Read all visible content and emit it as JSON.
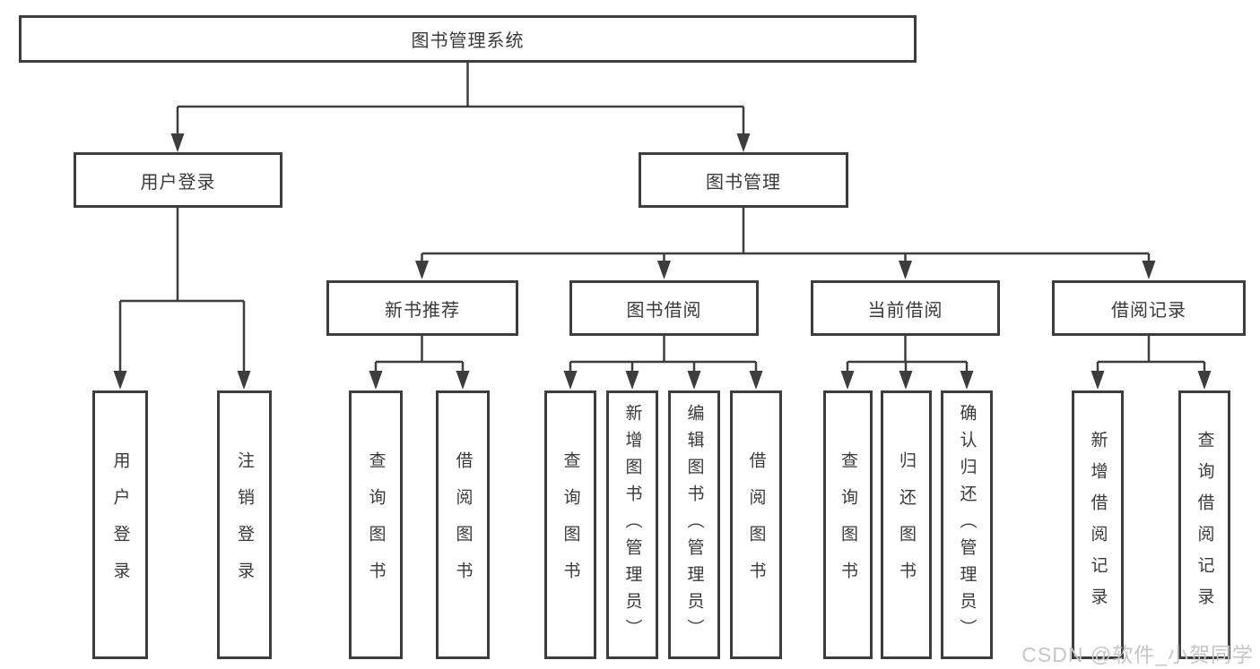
{
  "tree": {
    "label": "图书管理系统",
    "children": [
      {
        "label": "用户登录",
        "children": [
          {
            "label": "用户登录"
          },
          {
            "label": "注销登录"
          }
        ]
      },
      {
        "label": "图书管理",
        "children": [
          {
            "label": "新书推荐",
            "children": [
              {
                "label": "查询图书"
              },
              {
                "label": "借阅图书"
              }
            ]
          },
          {
            "label": "图书借阅",
            "children": [
              {
                "label": "查询图书"
              },
              {
                "label": "新增图书（管理员）"
              },
              {
                "label": "编辑图书（管理员）"
              },
              {
                "label": "借阅图书"
              }
            ]
          },
          {
            "label": "当前借阅",
            "children": [
              {
                "label": "查询图书"
              },
              {
                "label": "归还图书"
              },
              {
                "label": "确认归还（管理员）"
              }
            ]
          },
          {
            "label": "借阅记录",
            "children": [
              {
                "label": "新增借阅记录"
              },
              {
                "label": "查询借阅记录"
              }
            ]
          }
        ]
      }
    ]
  },
  "watermark": "CSDN @软件_小贺同学",
  "colors": {
    "line": "#3d3d3d",
    "text": "#3a3a3a",
    "watermark": "#c6c6c6"
  }
}
